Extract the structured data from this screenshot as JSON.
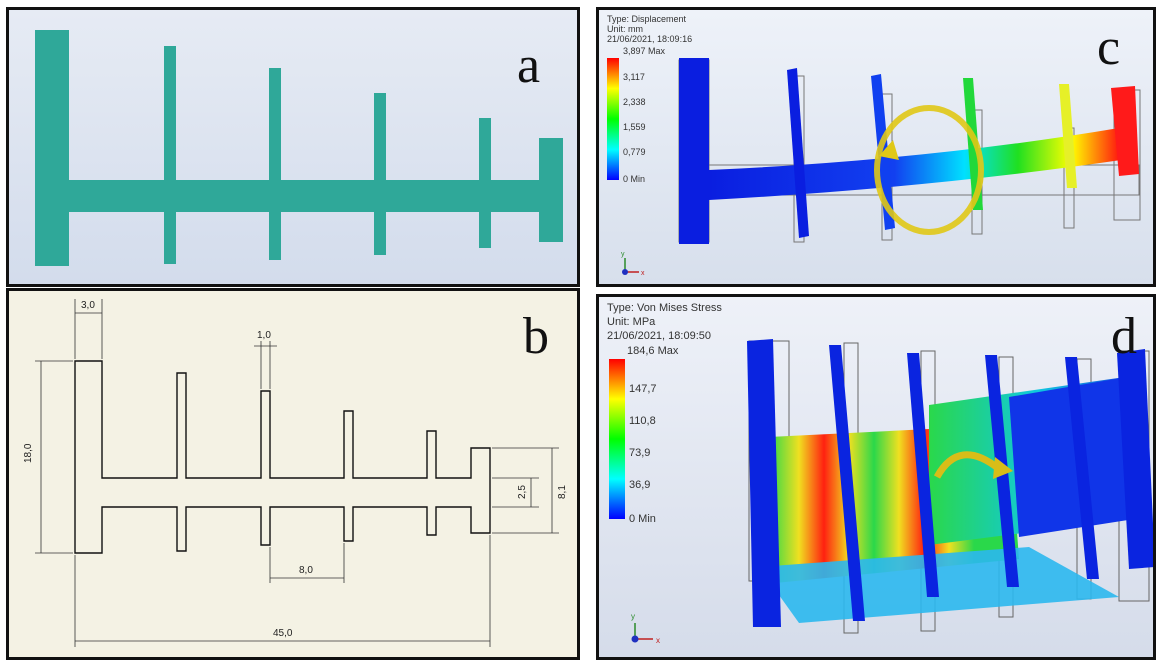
{
  "panels": {
    "a": {
      "letter": "a"
    },
    "b": {
      "letter": "b",
      "dimensions": {
        "width_3": "3,0",
        "slot_1": "1,0",
        "height_18": "18,0",
        "bar_25": "2,5",
        "end_81": "8,1",
        "pitch_8": "8,0",
        "total_45": "45,0"
      }
    },
    "c": {
      "letter": "c",
      "type_line": "Type: Displacement",
      "unit_line": "Unit: mm",
      "date_line": "21/06/2021, 18:09:16",
      "legend_max": "3,897 Max",
      "legend_ticks": [
        "3,117",
        "2,338",
        "1,559",
        "0,779"
      ],
      "legend_min": "0 Min",
      "axis_y": "y",
      "axis_x": "x"
    },
    "d": {
      "letter": "d",
      "type_line": "Type: Von Mises Stress",
      "unit_line": "Unit: MPa",
      "date_line": "21/06/2021, 18:09:50",
      "legend_max": "184,6 Max",
      "legend_ticks": [
        "147,7",
        "110,8",
        "73,9",
        "36,9"
      ],
      "legend_min": "0 Min",
      "axis_y": "y",
      "axis_x": "x"
    }
  },
  "colors": {
    "part_teal": "#2fa899",
    "legend_gradient": [
      "#ff0000",
      "#ffff00",
      "#00ff00",
      "#00ffff",
      "#0000ff"
    ]
  }
}
